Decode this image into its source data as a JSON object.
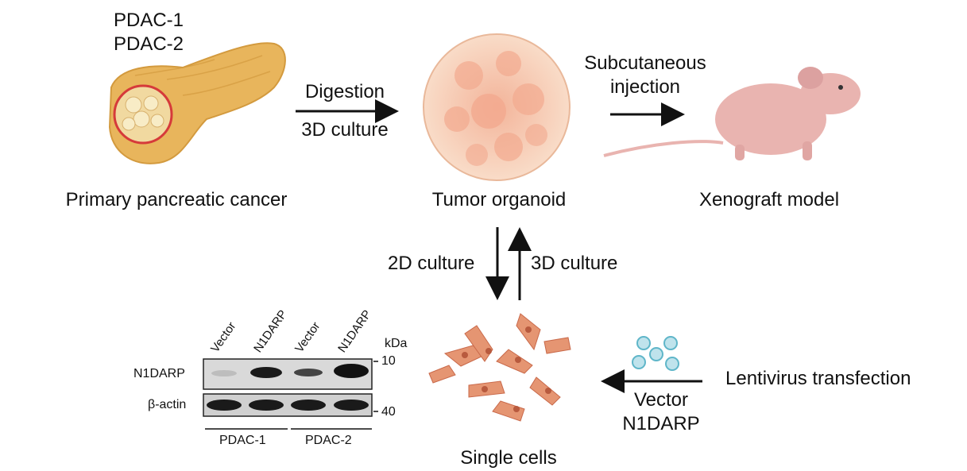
{
  "top_left": {
    "line1": "PDAC-1",
    "line2": "PDAC-2"
  },
  "labels": {
    "primary": "Primary pancreatic cancer",
    "organoid": "Tumor organoid",
    "xenograft": "Xenograft model",
    "single_cells": "Single cells",
    "lentivirus": "Lentivirus transfection"
  },
  "arrows": {
    "digestion": "Digestion",
    "culture_3d_top": "3D culture",
    "subcutaneous": "Subcutaneous",
    "injection": "injection",
    "culture_2d": "2D culture",
    "culture_3d_right": "3D culture",
    "vector": "Vector",
    "n1darp": "N1DARP"
  },
  "blot": {
    "lanes": [
      "Vector",
      "N1DARP",
      "Vector",
      "N1DARP"
    ],
    "kda": "kDa",
    "rows": [
      "N1DARP",
      "β-actin"
    ],
    "markers": [
      "10",
      "40"
    ],
    "groups": [
      "PDAC-1",
      "PDAC-2"
    ]
  },
  "colors": {
    "pancreas": "#e8b55c",
    "organoid": "#f5c9a8",
    "mouse": "#e9b4b0",
    "cells": "#e59572",
    "virus": "#5fb6c9",
    "tumor_circle": "#d63a3a"
  }
}
